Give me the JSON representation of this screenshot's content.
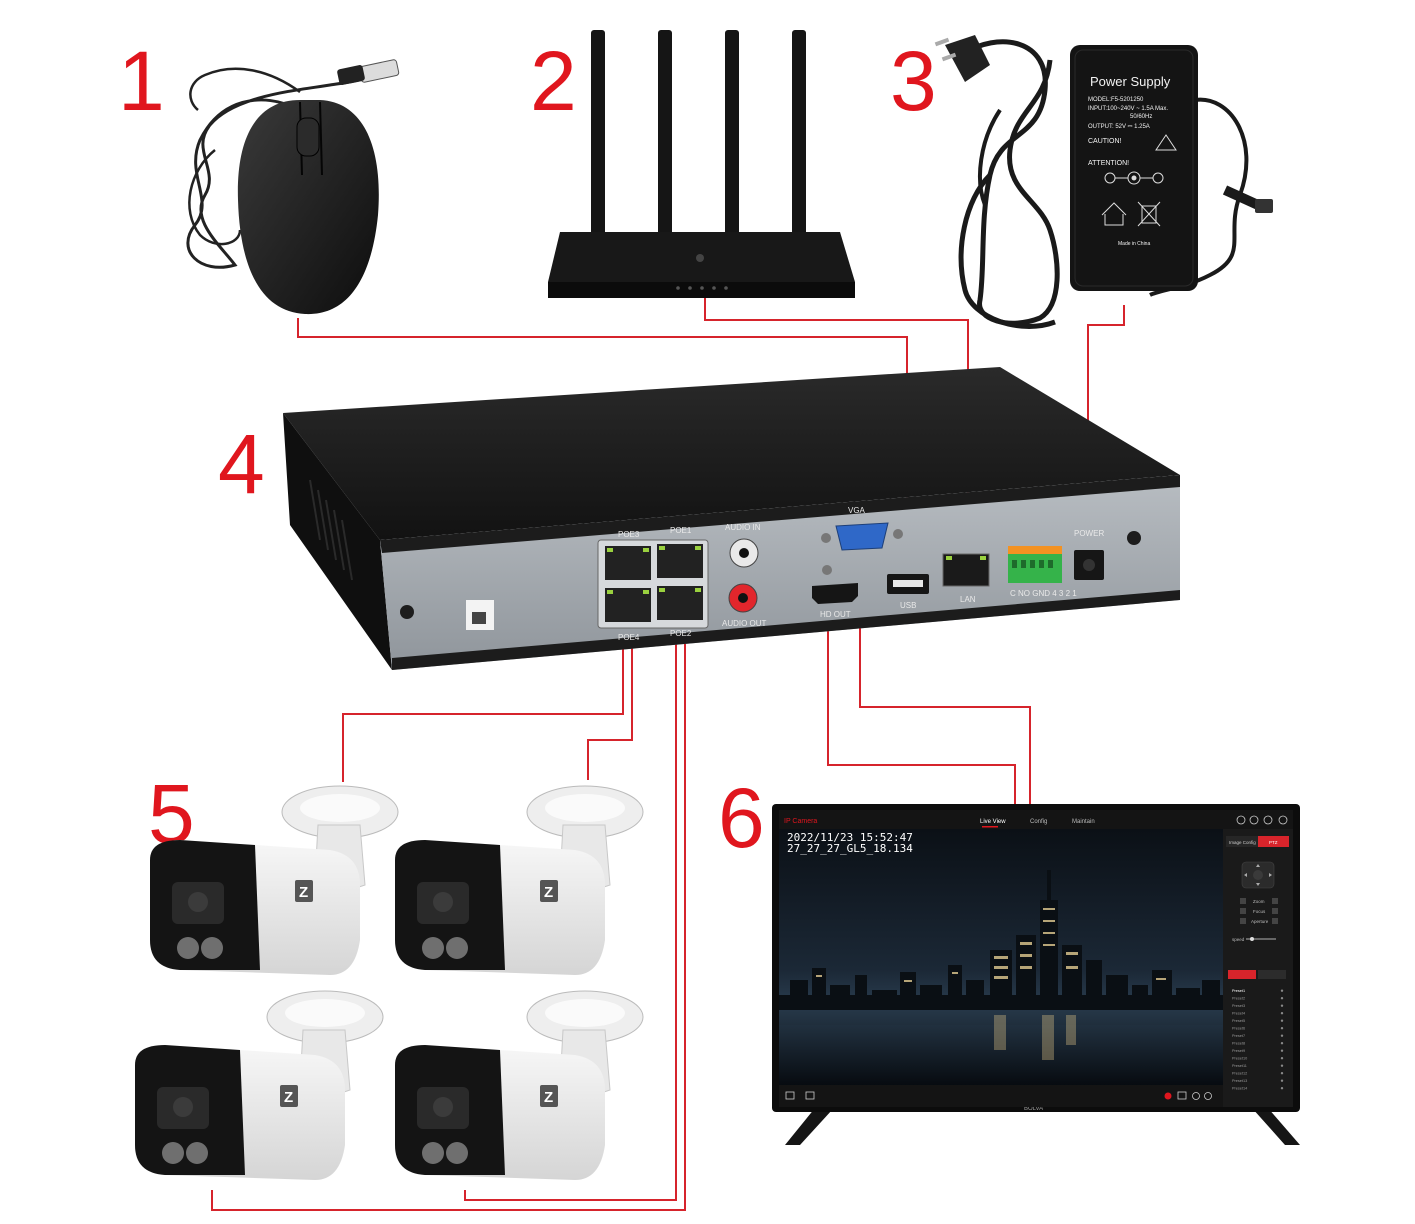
{
  "labels": {
    "n1": "1",
    "n2": "2",
    "n3": "3",
    "n4": "4",
    "n5": "5",
    "n6": "6"
  },
  "psu": {
    "title": "Power Supply",
    "model": "MODEL:F5-5201250",
    "input": "INPUT:100~240V ~ 1.5A Max.",
    "freq": "50/60Hz",
    "output": "OUTPUT: 52V ⎓ 1.25A",
    "caution": "CAUTION!",
    "attention": "ATTENTION!",
    "made": "Made in China"
  },
  "nvr_ports": {
    "poe3": "POE3",
    "poe1": "POE1",
    "poe4": "POE4",
    "poe2": "POE2",
    "audio_in": "AUDIO IN",
    "audio_out": "AUDIO OUT",
    "vga": "VGA",
    "hdout": "HD OUT",
    "usb": "USB",
    "lan": "LAN",
    "alarm": "C NO GND 4 3 2 1",
    "power": "POWER"
  },
  "camera_logo": "Z",
  "screen": {
    "app": "IP Camera",
    "tabs": [
      "Live View",
      "Config",
      "Maintain"
    ],
    "osd_line1": "2022/11/23  15:52:47",
    "osd_line2": "27_27_27_GL5_18.134",
    "panel_tabs": [
      "Image Config",
      "PTZ"
    ],
    "ptz_controls": [
      "Zoom",
      "Focus",
      "Aperture"
    ],
    "speed": "speed",
    "presets": [
      "Preset1",
      "Preset2",
      "Preset3",
      "Preset4",
      "Preset5",
      "Preset6",
      "Preset7",
      "Preset8",
      "Preset9",
      "Preset10",
      "Preset11",
      "Preset12",
      "Preset13",
      "Preset14"
    ]
  },
  "tv_brand": "BOLVA",
  "colors": {
    "accent": "#e0161e",
    "wire": "#d6242c",
    "device": "#151515",
    "panel": "#a8adb2"
  }
}
